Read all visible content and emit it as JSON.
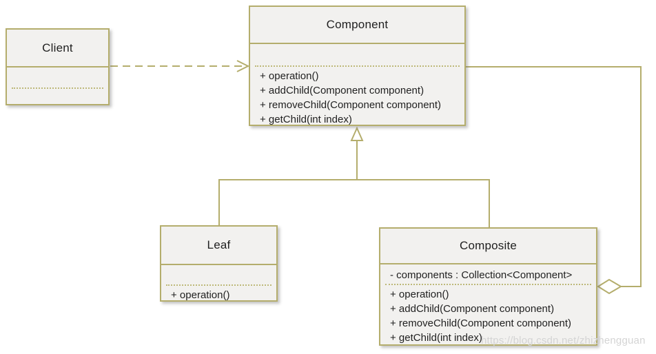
{
  "diagram": {
    "pattern": "Composite",
    "kind": "UML class diagram"
  },
  "classes": {
    "client": {
      "name": "Client",
      "attributes": [],
      "methods": []
    },
    "component": {
      "name": "Component",
      "attributes": [],
      "methods": [
        "+ operation()",
        "+ addChild(Component component)",
        "+ removeChild(Component component)",
        "+ getChild(int index)"
      ]
    },
    "leaf": {
      "name": "Leaf",
      "attributes": [],
      "methods": [
        "+ operation()"
      ]
    },
    "composite": {
      "name": "Composite",
      "attributes": [
        "- components : Collection<Component>"
      ],
      "methods": [
        "+ operation()",
        "+ addChild(Component component)",
        "+ removeChild(Component component)",
        "+ getChild(int index)"
      ]
    }
  },
  "relationships": [
    {
      "type": "dependency",
      "from": "Client",
      "to": "Component",
      "style": "dashed-open-arrow"
    },
    {
      "type": "generalization",
      "from": "Leaf",
      "to": "Component",
      "style": "solid-hollow-triangle"
    },
    {
      "type": "generalization",
      "from": "Composite",
      "to": "Component",
      "style": "solid-hollow-triangle"
    },
    {
      "type": "aggregation",
      "from": "Composite",
      "to": "Component",
      "style": "solid-hollow-diamond"
    }
  ],
  "watermark": "https://blog.csdn.net/zhizhengguan",
  "colors": {
    "line": "#b4ad6c",
    "box_fill": "#f2f1ef",
    "text": "#1f1f1f",
    "separator_dotted": "#bdb878",
    "watermark": "#d4d4d4",
    "background": "#ffffff"
  }
}
